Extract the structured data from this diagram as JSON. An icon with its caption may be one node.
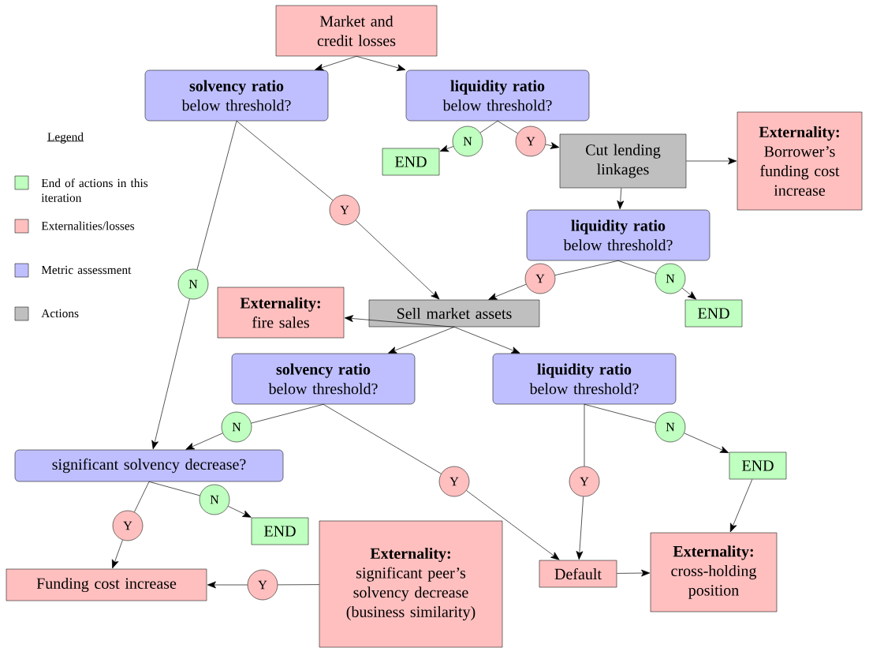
{
  "diagram": {
    "nodes": [
      {
        "text": [
          "Market and credit losses"
        ]
      },
      {
        "text": [
          "solvency ratio",
          "below threshold?"
        ]
      },
      {
        "text": [
          "liquidity ratio",
          "below threshold?"
        ]
      },
      {
        "text": [
          "N"
        ]
      },
      {
        "text": [
          "Y"
        ]
      },
      {
        "text": [
          "END"
        ]
      },
      {
        "text": [
          "Cut lending linkages"
        ]
      },
      {
        "text": [
          "Externality:",
          "Borrower’s funding cost increase"
        ]
      },
      {
        "text": [
          "liquidity ratio",
          "below threshold?"
        ]
      },
      {
        "text": [
          "Y"
        ]
      },
      {
        "text": [
          "N"
        ]
      },
      {
        "text": [
          "Y"
        ]
      },
      {
        "text": [
          "N"
        ]
      },
      {
        "text": [
          "Externality:",
          "fire sales"
        ]
      },
      {
        "text": [
          "Sell market assets"
        ]
      },
      {
        "text": [
          "END"
        ]
      },
      {
        "text": [
          "solvency ratio",
          "below threshold?"
        ]
      },
      {
        "text": [
          "liquidity ratio",
          "below threshold?"
        ]
      },
      {
        "text": [
          "N"
        ]
      },
      {
        "text": [
          "N"
        ]
      },
      {
        "text": [
          "significant solvency decrease?"
        ]
      },
      {
        "text": [
          "Y"
        ]
      },
      {
        "text": [
          "Y"
        ]
      },
      {
        "text": [
          "END"
        ]
      },
      {
        "text": [
          "N"
        ]
      },
      {
        "text": [
          "Y"
        ]
      },
      {
        "text": [
          "END"
        ]
      },
      {
        "text": [
          "Externality:",
          "significant peer’s solvency decrease (business similarity)"
        ]
      },
      {
        "text": [
          "Funding cost increase"
        ]
      },
      {
        "text": [
          "Y"
        ]
      },
      {
        "text": [
          "Default"
        ]
      },
      {
        "text": [
          "Externality:",
          "cross-holding position"
        ]
      }
    ],
    "edges": [
      {
        "from": 0,
        "to": 1,
        "arrow": "to"
      },
      {
        "from": 0,
        "to": 2,
        "arrow": "to"
      },
      {
        "from": 2,
        "to": 3,
        "arrow": "none"
      },
      {
        "from": 3,
        "to": 5,
        "arrow": "to"
      },
      {
        "from": 2,
        "to": 4,
        "arrow": "none"
      },
      {
        "from": 4,
        "to": 6,
        "arrow": "to"
      },
      {
        "from": 6,
        "to": 7,
        "arrow": "to"
      },
      {
        "from": 6,
        "to": 8,
        "arrow": "to"
      },
      {
        "from": 8,
        "to": 9,
        "arrow": "none"
      },
      {
        "from": 9,
        "to": 14,
        "arrow": "to"
      },
      {
        "from": 8,
        "to": 10,
        "arrow": "none"
      },
      {
        "from": 10,
        "to": 15,
        "arrow": "to"
      },
      {
        "from": 1,
        "to": 11,
        "arrow": "none"
      },
      {
        "from": 11,
        "to": 14,
        "arrow": "to"
      },
      {
        "from": 1,
        "to": 12,
        "arrow": "none"
      },
      {
        "from": 12,
        "to": 20,
        "arrow": "to"
      },
      {
        "from": 14,
        "to": 13,
        "arrow": "to"
      },
      {
        "from": 14,
        "to": 16,
        "arrow": "to"
      },
      {
        "from": 14,
        "to": 17,
        "arrow": "to"
      },
      {
        "from": 16,
        "to": 18,
        "arrow": "none"
      },
      {
        "from": 18,
        "to": 20,
        "arrow": "to"
      },
      {
        "from": 16,
        "to": 21,
        "arrow": "none"
      },
      {
        "from": 21,
        "to": 30,
        "arrow": "to"
      },
      {
        "from": 17,
        "to": 22,
        "arrow": "none"
      },
      {
        "from": 22,
        "to": 30,
        "arrow": "to"
      },
      {
        "from": 17,
        "to": 19,
        "arrow": "none"
      },
      {
        "from": 19,
        "to": 23,
        "arrow": "to"
      },
      {
        "from": 23,
        "to": 31,
        "arrow": "to"
      },
      {
        "from": 20,
        "to": 24,
        "arrow": "none"
      },
      {
        "from": 24,
        "to": 26,
        "arrow": "to"
      },
      {
        "from": 20,
        "to": 25,
        "arrow": "none"
      },
      {
        "from": 25,
        "to": 28,
        "arrow": "to"
      },
      {
        "from": 27,
        "to": 29,
        "arrow": "none"
      },
      {
        "from": 29,
        "to": 28,
        "arrow": "to"
      },
      {
        "from": 30,
        "to": 31,
        "arrow": "to"
      }
    ],
    "labels": [
      "Legend"
    ],
    "legend": [
      {
        "text": "End of actions in this iteration",
        "color": "#bfffbf"
      },
      {
        "text": "Externalities/losses",
        "color": "#ffbfbf"
      },
      {
        "text": "Metric assessment",
        "color": "#bfbfff"
      },
      {
        "text": "Actions",
        "color": "#bfbfbf"
      }
    ]
  }
}
